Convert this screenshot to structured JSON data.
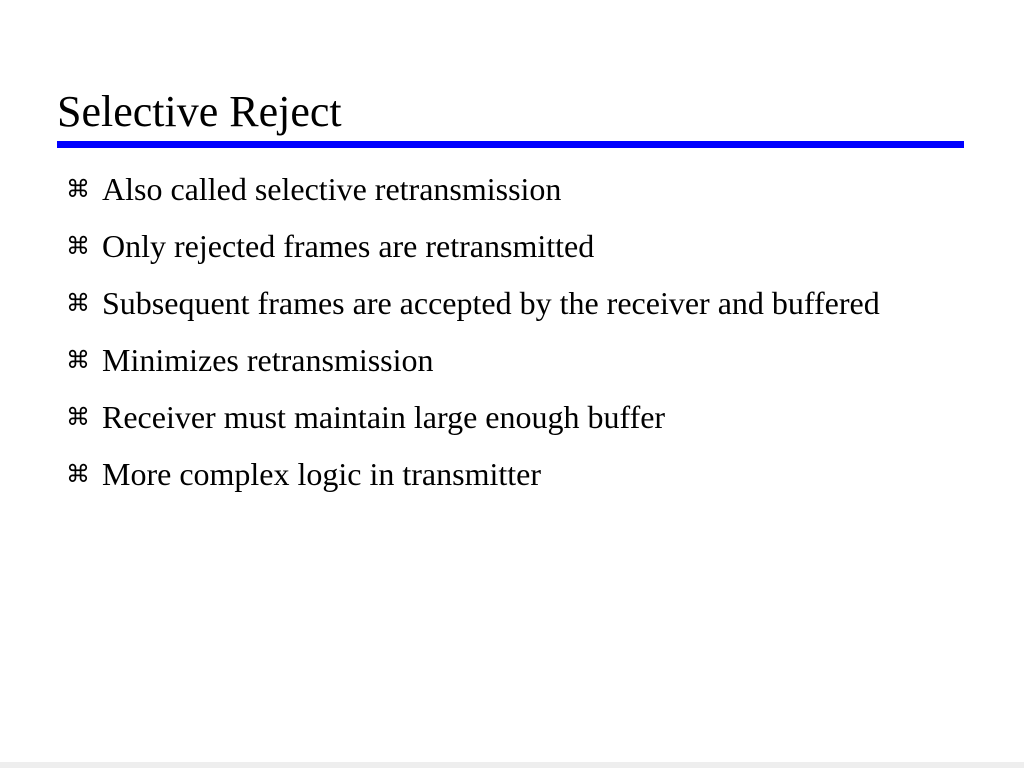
{
  "slide": {
    "title": "Selective Reject",
    "accent_color": "#0000ff",
    "bullet_icon": "command-key-icon",
    "bullet_glyph": "⌘",
    "bullets": [
      "Also called selective retransmission",
      "Only rejected frames are retransmitted",
      "Subsequent frames are accepted by the receiver and buffered",
      "Minimizes retransmission",
      "Receiver must maintain large enough buffer",
      "More complex logic in transmitter"
    ]
  }
}
